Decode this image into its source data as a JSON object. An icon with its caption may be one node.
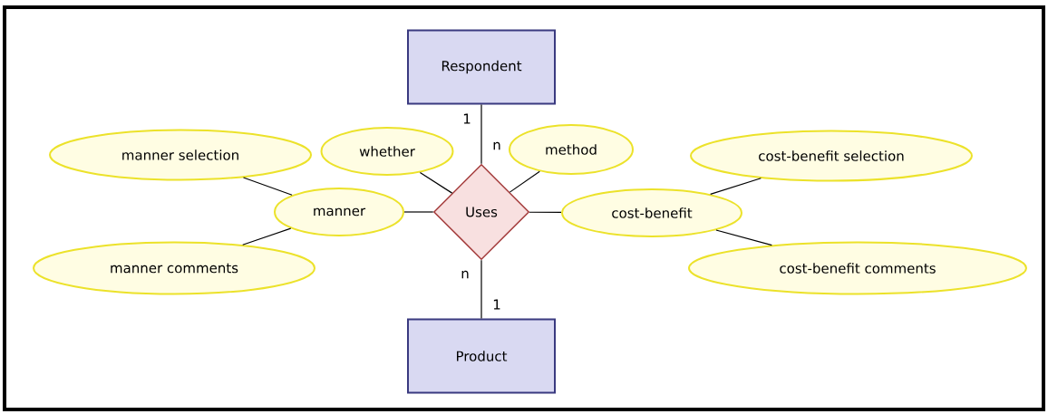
{
  "diagram": {
    "nodes": [
      {
        "text": [
          "Respondent"
        ]
      },
      {
        "text": [
          "whether"
        ]
      },
      {
        "text": [
          "method"
        ]
      },
      {
        "text": [
          "manner selection"
        ]
      },
      {
        "text": [
          "manner"
        ]
      },
      {
        "text": [
          "Uses"
        ]
      },
      {
        "text": [
          "cost-benefit"
        ]
      },
      {
        "text": [
          "cost-benefit selection"
        ]
      },
      {
        "text": [
          "manner comments"
        ]
      },
      {
        "text": [
          "cost-benefit comments"
        ]
      },
      {
        "text": [
          "Product"
        ]
      }
    ],
    "edges": [
      {
        "from": 0,
        "to": 5,
        "arrow": "none"
      },
      {
        "from": 1,
        "to": 5,
        "arrow": "none"
      },
      {
        "from": 2,
        "to": 5,
        "arrow": "none"
      },
      {
        "from": 4,
        "to": 5,
        "arrow": "none"
      },
      {
        "from": 6,
        "to": 5,
        "arrow": "none"
      },
      {
        "from": 3,
        "to": 4,
        "arrow": "none"
      },
      {
        "from": 8,
        "to": 4,
        "arrow": "none"
      },
      {
        "from": 7,
        "to": 6,
        "arrow": "none"
      },
      {
        "from": 9,
        "to": 6,
        "arrow": "none"
      },
      {
        "from": 5,
        "to": 10,
        "arrow": "none"
      }
    ],
    "labels": [
      "1",
      "n",
      "n",
      "1"
    ]
  }
}
